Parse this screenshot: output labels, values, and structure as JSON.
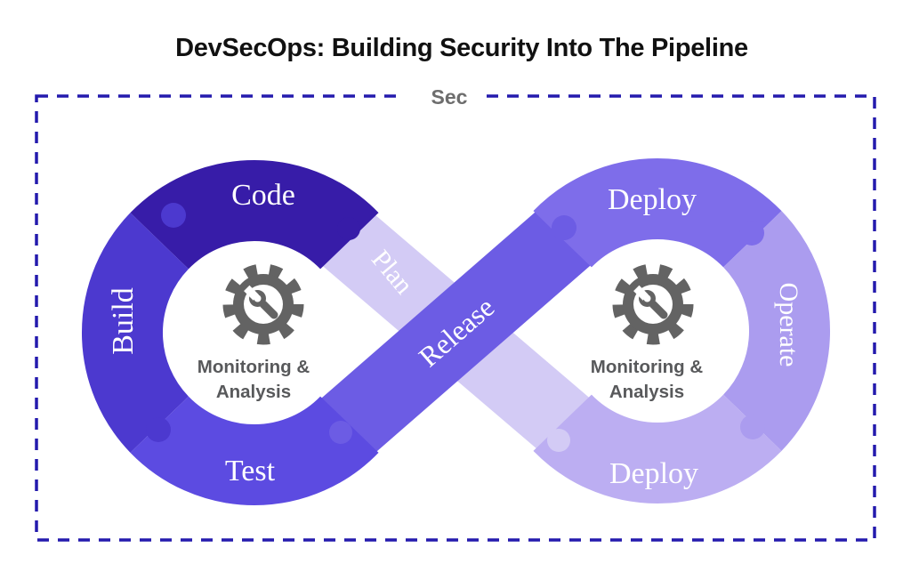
{
  "title": "DevSecOps: Building Security Into The Pipeline",
  "security_boundary": {
    "label": "Sec"
  },
  "pipeline": {
    "plan": "Plan",
    "code": "Code",
    "build": "Build",
    "test": "Test",
    "release": "Release",
    "deploy_right_top": "Deploy",
    "operate": "Operate",
    "deploy_right_bottom": "Deploy"
  },
  "monitoring": {
    "line1": "Monitoring &",
    "line2": "Analysis"
  },
  "icons": {
    "left_center": "gear-wrench-icon",
    "right_center": "gear-wrench-icon"
  },
  "colors": {
    "code": "#371ca8",
    "build": "#4c39cf",
    "test": "#5c4be1",
    "release": "#6c5ce4",
    "deploy_top": "#7e6dea",
    "operate": "#ab9cef",
    "deploy_bottom": "#bcaef2",
    "plan": "#d3cbf5",
    "border": "#241aad",
    "label_text": "#ffffff",
    "gray_text": "#58595b",
    "sec_text": "#6d6d6d",
    "gear": "#636363",
    "title_text": "#111111"
  }
}
